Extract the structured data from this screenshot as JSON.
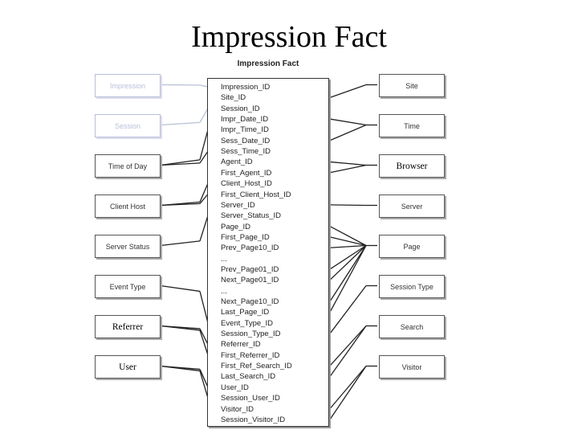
{
  "title": "Impression Fact",
  "fact_table": {
    "title": "Impression Fact",
    "fields": [
      "Impression_ID",
      "Site_ID",
      "Session_ID",
      "Impr_Date_ID",
      "Impr_Time_ID",
      "Sess_Date_ID",
      "Sess_Time_ID",
      "Agent_ID",
      "First_Agent_ID",
      "Client_Host_ID",
      "First_Client_Host_ID",
      "Server_ID",
      "Server_Status_ID",
      "Page_ID",
      "First_Page_ID",
      "Prev_Page10_ID",
      "...",
      "Prev_Page01_ID",
      "Next_Page01_ID",
      "...",
      "Next_Page10_ID",
      "Last_Page_ID",
      "Event_Type_ID",
      "Session_Type_ID",
      "Referrer_ID",
      "First_Referrer_ID",
      "First_Ref_Search_ID",
      "Last_Search_ID",
      "User_ID",
      "Session_User_ID",
      "Visitor_ID",
      "Session_Visitor_ID"
    ]
  },
  "left_dims": [
    {
      "label": "Impression",
      "faded": true
    },
    {
      "label": "Session",
      "faded": true
    },
    {
      "label": "Time of Day",
      "faded": false
    },
    {
      "label": "Client Host",
      "faded": false
    },
    {
      "label": "Server Status",
      "faded": false
    },
    {
      "label": "Event Type",
      "faded": false
    },
    {
      "label": "Referrer",
      "faded": false,
      "serif": true
    },
    {
      "label": "User",
      "faded": false,
      "serif": true
    }
  ],
  "right_dims": [
    {
      "label": "Site"
    },
    {
      "label": "Time"
    },
    {
      "label": "Browser",
      "serif": true
    },
    {
      "label": "Server"
    },
    {
      "label": "Page"
    },
    {
      "label": "Session Type"
    },
    {
      "label": "Search"
    },
    {
      "label": "Visitor"
    }
  ],
  "relationships": {
    "left": [
      [
        0
      ],
      [
        2
      ],
      [
        4,
        6
      ],
      [
        9,
        10
      ],
      [
        12
      ],
      [
        22
      ],
      [
        24,
        25
      ],
      [
        28,
        29
      ]
    ],
    "right": [
      [
        1
      ],
      [
        3,
        5
      ],
      [
        7,
        8
      ],
      [
        11
      ],
      [
        13,
        14,
        15,
        17,
        18,
        20,
        21
      ],
      [
        23
      ],
      [
        26,
        27
      ],
      [
        30,
        31
      ]
    ]
  }
}
